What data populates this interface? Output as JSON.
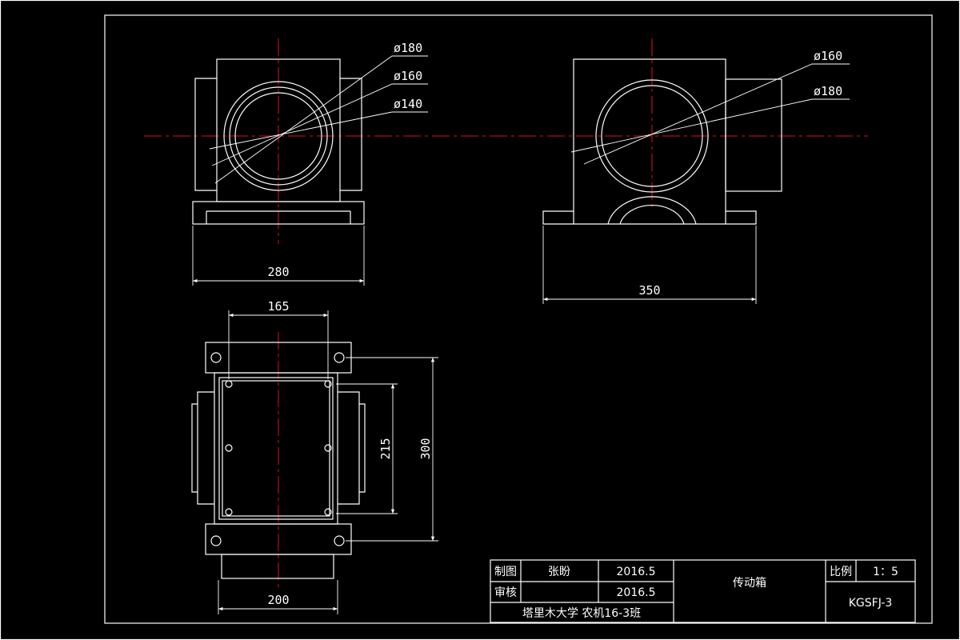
{
  "front_view": {
    "d1": "ø180",
    "d2": "ø160",
    "d3": "ø140",
    "width": "280"
  },
  "side_view": {
    "d1": "ø160",
    "d2": "ø180",
    "width": "350"
  },
  "top_view": {
    "width_top": "165",
    "height_inner": "215",
    "height_outer": "300",
    "width_bottom": "200"
  },
  "title_block": {
    "drawn_label": "制图",
    "drawn_by": "张盼",
    "drawn_date": "2016.5",
    "checked_label": "审核",
    "checked_date": "2016.5",
    "part_name": "传动箱",
    "scale_label": "比例",
    "scale_value": "1：5",
    "school": "塔里木大学 农机16-3班",
    "drawing_no": "KGSFJ-3"
  }
}
